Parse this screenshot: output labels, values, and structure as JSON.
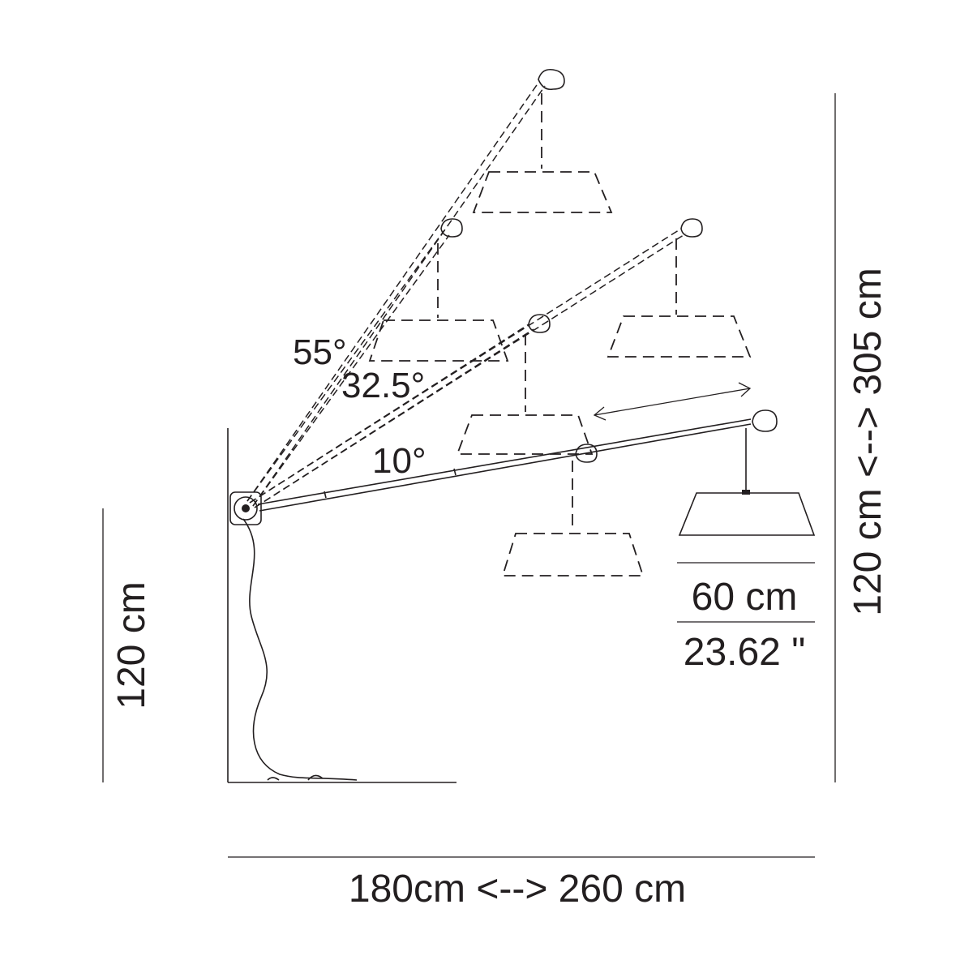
{
  "angles": {
    "high": "55°",
    "mid": "32.5°",
    "low": "10°"
  },
  "dimensions": {
    "base_height": "120 cm",
    "total_height": "120 cm <--> 305 cm",
    "reach": "180cm <--> 260 cm",
    "shade_diameter_cm": "60 cm",
    "shade_diameter_in": "23.62 \""
  },
  "colors": {
    "ink": "#231f20",
    "background": "#ffffff"
  }
}
